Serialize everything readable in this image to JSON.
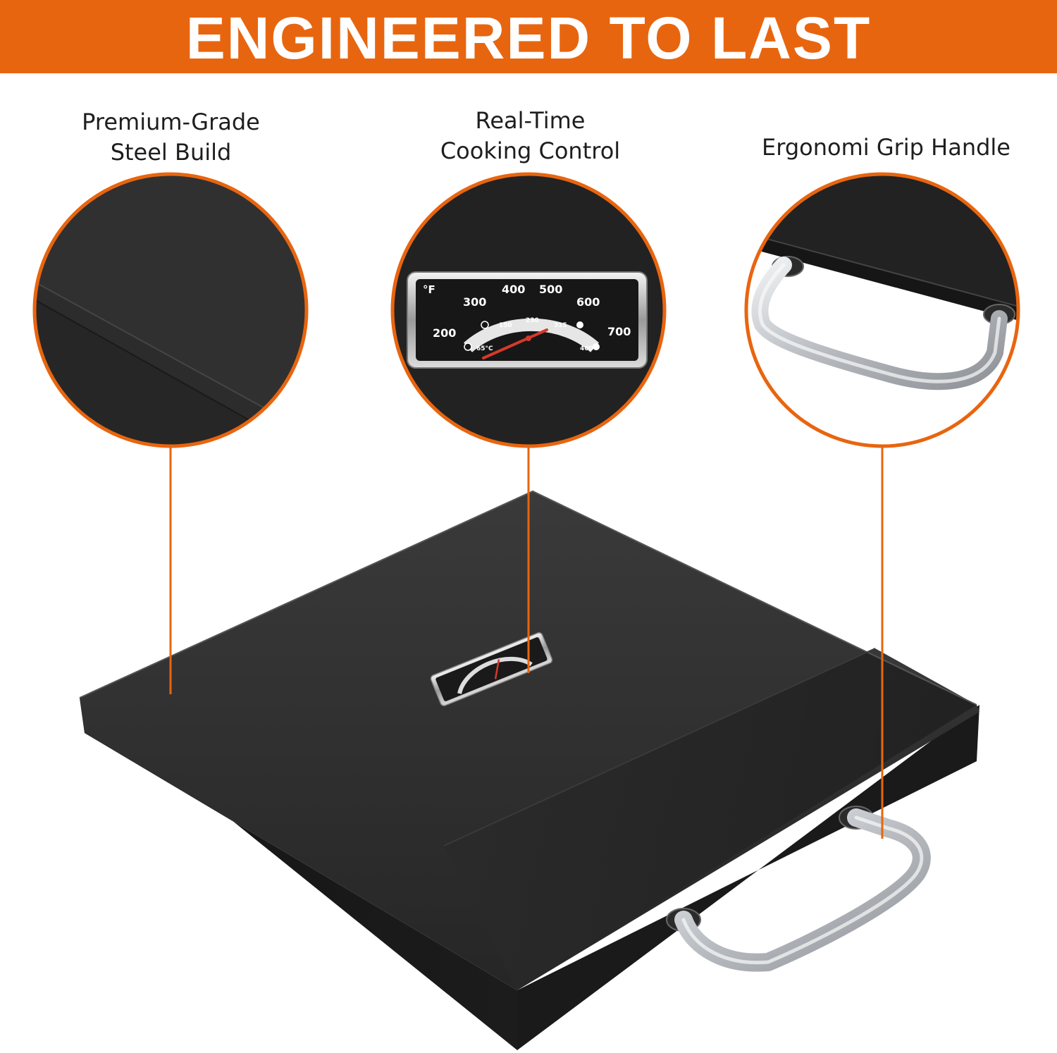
{
  "header": {
    "title": "ENGINEERED TO LAST"
  },
  "features": [
    {
      "id": "steel",
      "lines": [
        "Premium-Grade",
        "Steel Build"
      ]
    },
    {
      "id": "control",
      "lines": [
        "Real-Time",
        "Cooking Control"
      ]
    },
    {
      "id": "handle",
      "lines": [
        "Ergonomi Grip Handle"
      ]
    }
  ],
  "thermometer": {
    "unit": "°F",
    "fahrenheit_ticks": [
      "200",
      "300",
      "400",
      "500",
      "600",
      "700"
    ],
    "celsius_ticks": [
      "65°C",
      "150",
      "230",
      "315",
      "400"
    ]
  },
  "colors": {
    "accent": "#e8650f",
    "lid": "#1f1f1f",
    "steel": "#c9ccd0"
  }
}
